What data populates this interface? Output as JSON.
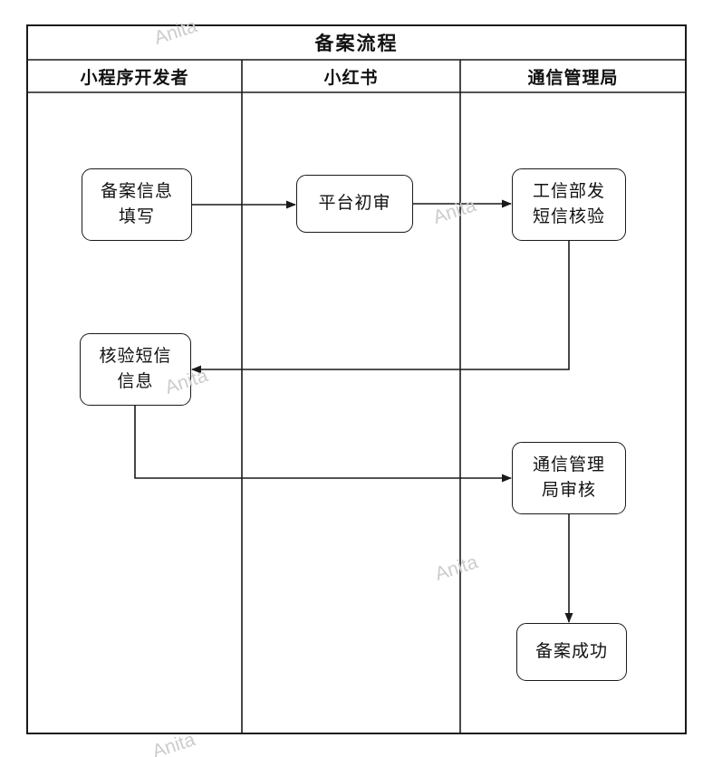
{
  "diagram": {
    "title": "备案流程",
    "watermark": "Anita",
    "lanes": [
      {
        "label": "小程序开发者"
      },
      {
        "label": "小红书"
      },
      {
        "label": "通信管理局"
      }
    ],
    "nodes": [
      {
        "id": "fill-filing-info",
        "lane": "小程序开发者",
        "label": "备案信息\n填写"
      },
      {
        "id": "platform-first-review",
        "lane": "小红书",
        "label": "平台初审"
      },
      {
        "id": "miit-sms-verify",
        "lane": "通信管理局",
        "label": "工信部发\n短信核验"
      },
      {
        "id": "verify-sms-info",
        "lane": "小程序开发者",
        "label": "核验短信\n信息"
      },
      {
        "id": "authority-review",
        "lane": "通信管理局",
        "label": "通信管理\n局审核"
      },
      {
        "id": "filing-success",
        "lane": "通信管理局",
        "label": "备案成功"
      }
    ],
    "edges": [
      {
        "from": "fill-filing-info",
        "to": "platform-first-review"
      },
      {
        "from": "platform-first-review",
        "to": "miit-sms-verify"
      },
      {
        "from": "miit-sms-verify",
        "to": "verify-sms-info"
      },
      {
        "from": "verify-sms-info",
        "to": "authority-review"
      },
      {
        "from": "authority-review",
        "to": "filing-success"
      }
    ],
    "colors": {
      "line": "#1a1a1a",
      "watermark": "#cccccc",
      "background": "#ffffff"
    }
  }
}
